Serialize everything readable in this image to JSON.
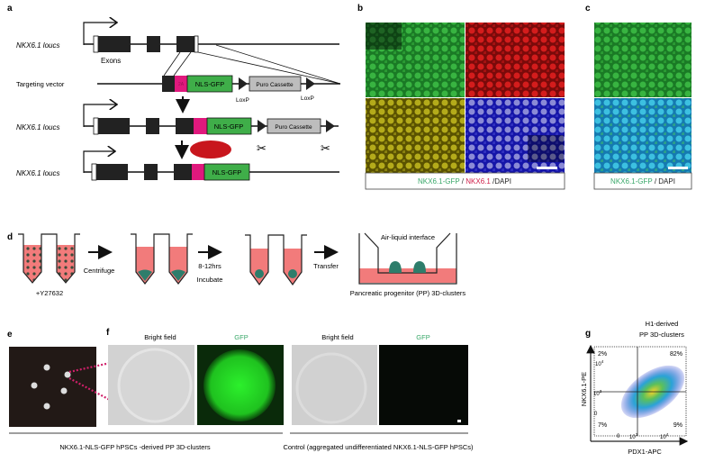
{
  "panels": {
    "a": {
      "label": "a",
      "locus_label_1": "NKX6.1 loucs",
      "exons_label": "Exons",
      "targeting_vector_label": "Targeting vector",
      "locus_label_2": "NKX6.1 loucs",
      "locus_label_3": "NKX6.1 loucs",
      "nls_gfp": "NLS-GFP",
      "puro_cassette": "Puro Cassette",
      "loxp": "LoxP",
      "pink_box": "2A"
    },
    "b": {
      "label": "b",
      "caption_gfp": "NKX6.1-GFP",
      "caption_sep1": " / ",
      "caption_nkx": "NKX6.1",
      "caption_dapi": " /DAPI"
    },
    "c": {
      "label": "c",
      "caption_gfp": "NKX6.1-GFP",
      "caption_dapi": " / DAPI"
    },
    "d": {
      "label": "d",
      "y27632": "+Y27632",
      "centrifuge": "Centrifuge",
      "hours": "8-12hrs",
      "incubate": "Incubate",
      "transfer": "Transfer",
      "air_liquid": "Air-liquid interface",
      "pp_clusters": "Pancreatic progenitor (PP) 3D-clusters"
    },
    "e": {
      "label": "e"
    },
    "f": {
      "label": "f",
      "bright_field": "Bright field",
      "gfp": "GFP",
      "caption_left": "NKX6.1-NLS-GFP hPSCs -derived PP 3D-clusters",
      "caption_right": "Control (aggregated undifferentiated NKX6.1-NLS-GFP hPSCs)"
    },
    "g": {
      "label": "g",
      "title_1": "H1-derived",
      "title_2": "PP 3D-clusters",
      "ylabel": "NKX6.1-PE",
      "xlabel": "PDX1-APC",
      "q_ul": "2%",
      "q_ur": "82%",
      "q_ll": "7%",
      "q_lr": "9%",
      "y_ticks": [
        "0",
        "10",
        "10"
      ],
      "x_ticks": [
        "0",
        "10",
        "10"
      ],
      "exp_3": "3",
      "exp_4": "4"
    }
  },
  "colors": {
    "gfp_green": "#3fae49",
    "pink": "#e0197d",
    "puro_gray": "#bdbdbd",
    "medium": "#f27b7b",
    "cluster": "#2e7d6b"
  }
}
